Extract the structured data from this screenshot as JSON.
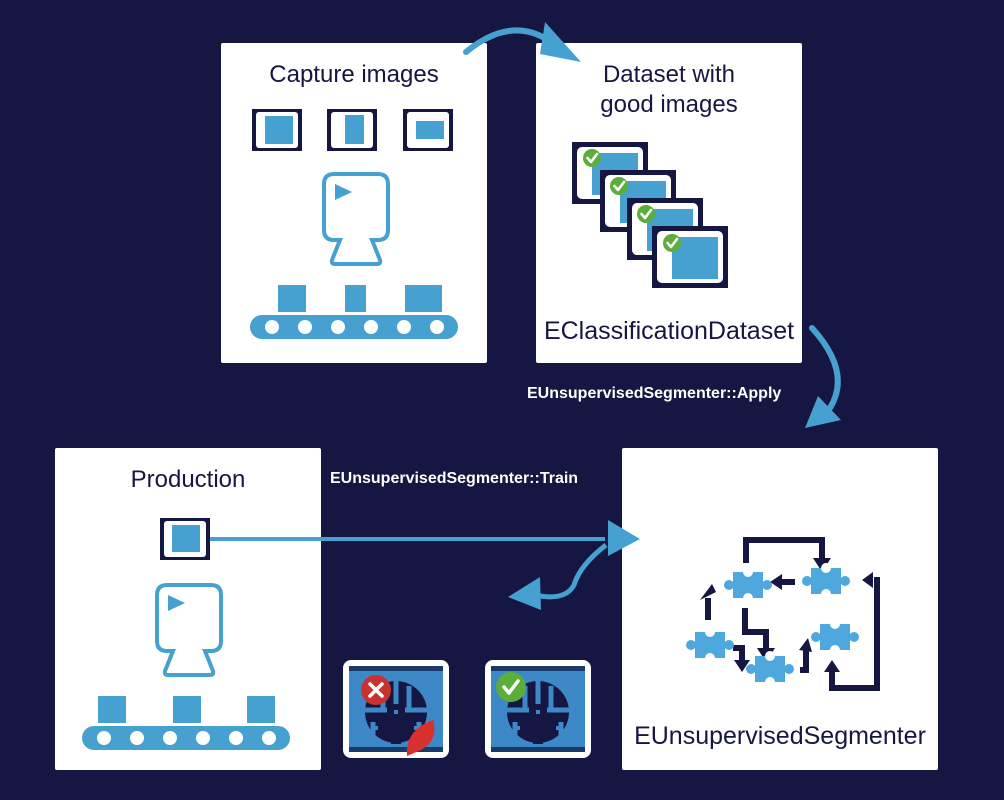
{
  "diagram": {
    "title": "Unsupervised segmentation workflow",
    "colors": {
      "background": "#161642",
      "accent": "#46a0d0",
      "panel": "#ffffff",
      "ok": "#5cae3a",
      "error": "#c8332f"
    },
    "panels": {
      "capture": {
        "title": "Capture images"
      },
      "dataset": {
        "title_line1": "Dataset with",
        "title_line2": "good images",
        "caption": "EClassificationDataset"
      },
      "production": {
        "title": "Production"
      },
      "segmenter": {
        "caption": "EUnsupervisedSegmenter"
      }
    },
    "edge_labels": {
      "apply": "EUnsupervisedSegmenter::Apply",
      "train": "EUnsupervisedSegmenter::Train"
    },
    "results": [
      {
        "status": "defective",
        "icon": "cross-badge-icon"
      },
      {
        "status": "good",
        "icon": "check-badge-icon"
      }
    ]
  }
}
